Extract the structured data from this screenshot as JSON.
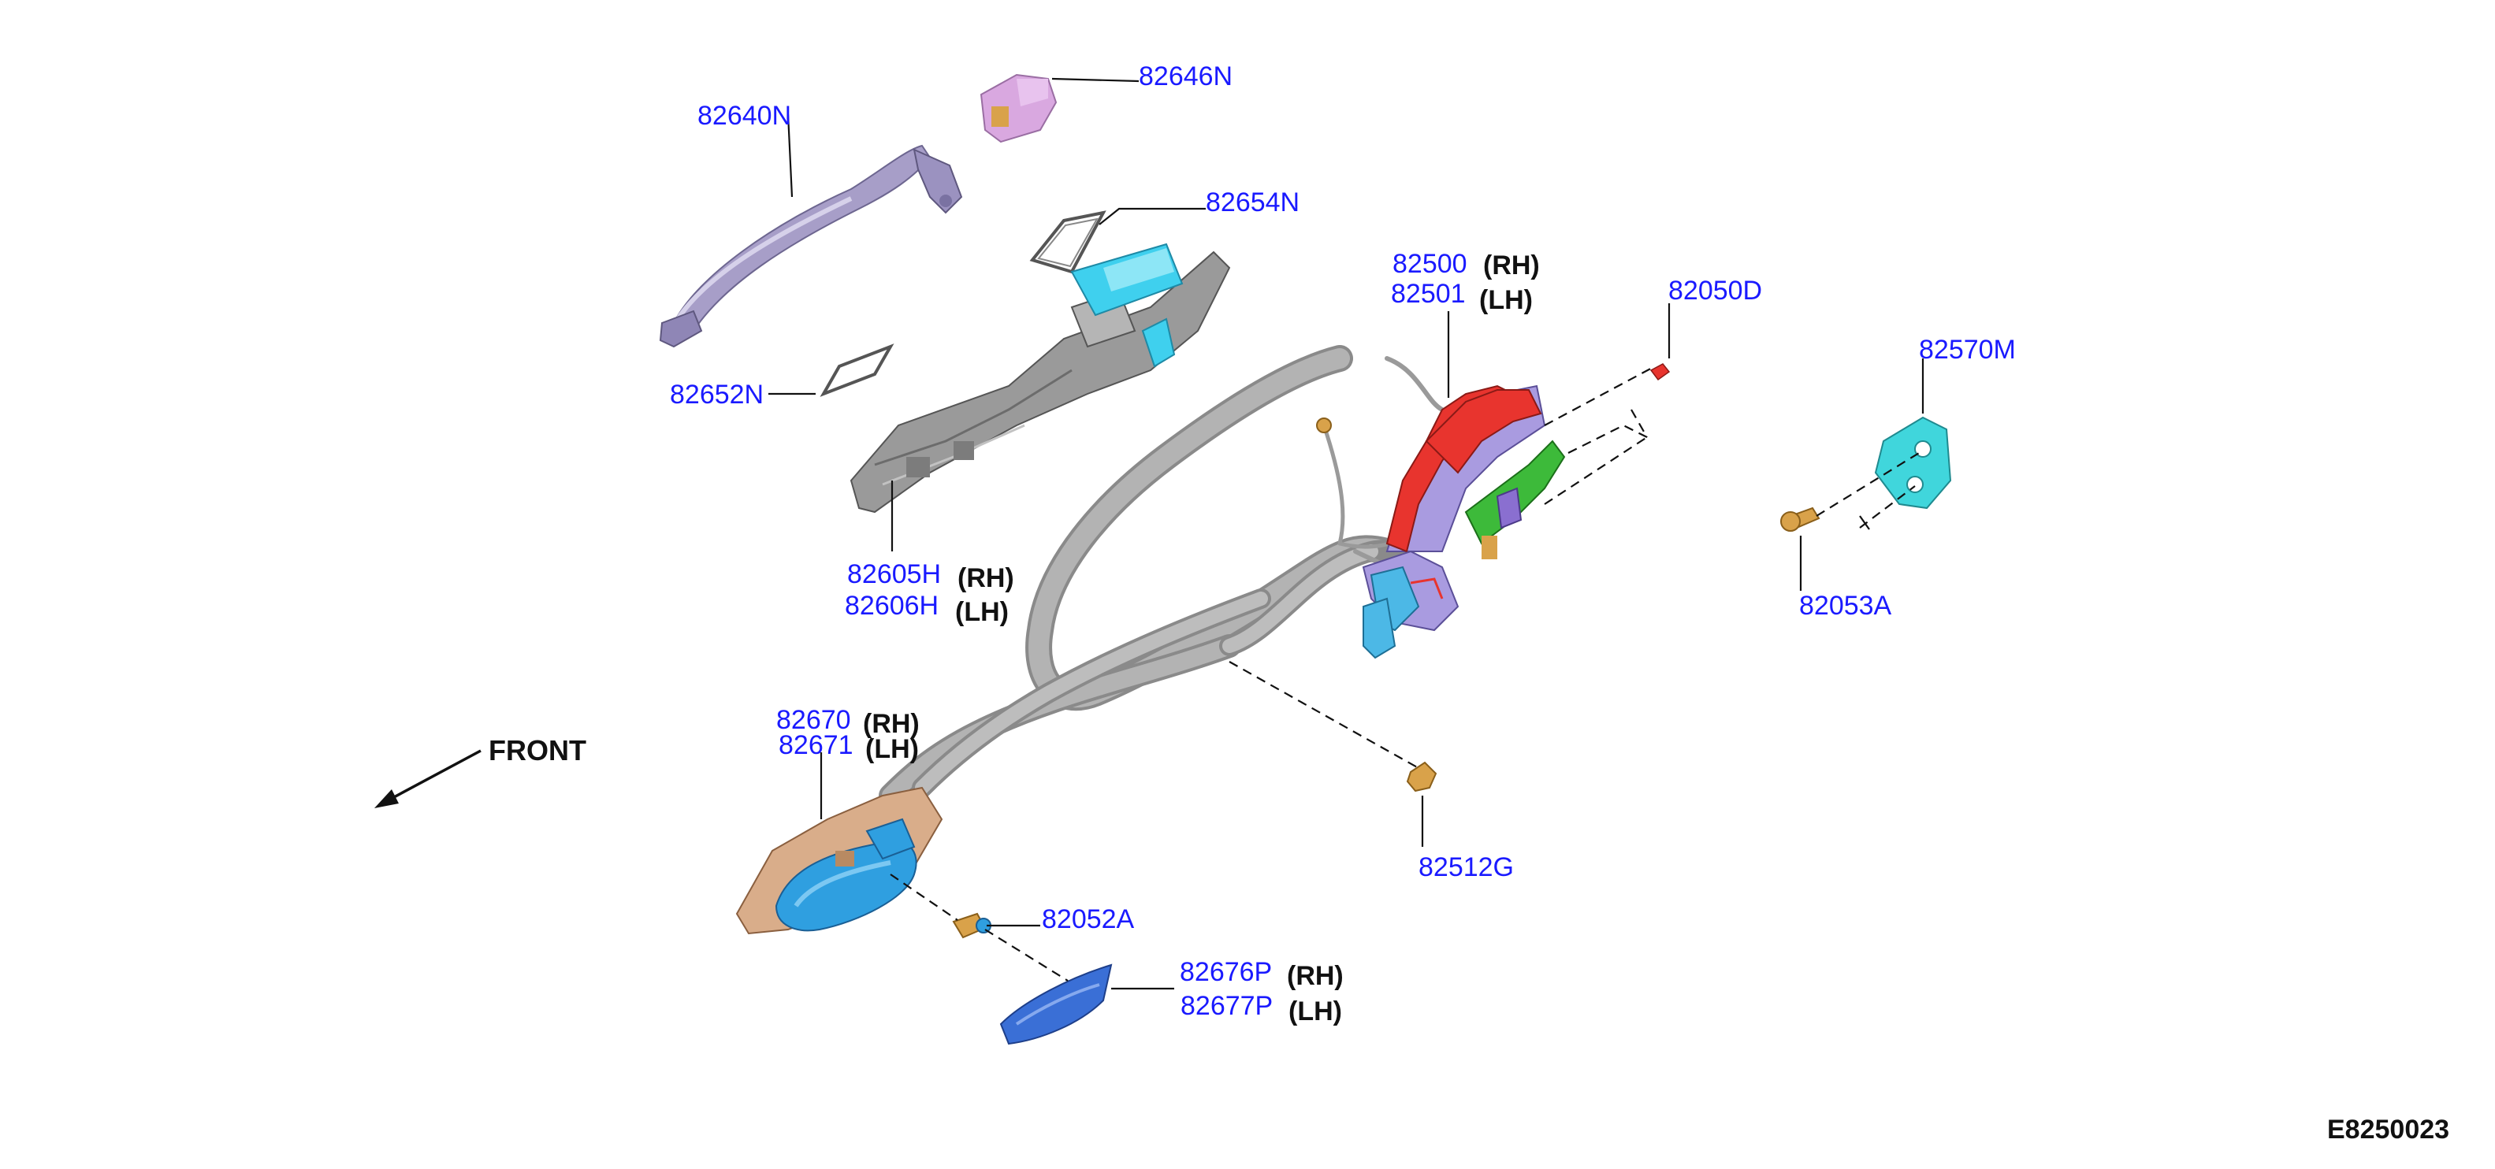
{
  "diagram": {
    "front_label": "FRONT",
    "drawing_code": "E8250023",
    "parts": {
      "p82640N": "82640N",
      "p82646N": "82646N",
      "p82654N": "82654N",
      "p82652N": "82652N",
      "p82605H": "82605H",
      "p82606H": "82606H",
      "p82500": "82500",
      "p82501": "82501",
      "p82050D": "82050D",
      "p82570M": "82570M",
      "p82053A": "82053A",
      "p82670": "82670",
      "p82671": "82671",
      "p82512G": "82512G",
      "p82052A": "82052A",
      "p82676P": "82676P",
      "p82677P": "82677P"
    },
    "sides": {
      "rh": "(RH)",
      "lh": "(LH)"
    },
    "colors": {
      "part_number": "#1a1aff",
      "outside_handle": "#a79ec8",
      "escutcheon": "#d9a8e0",
      "frame": "#9a9a9a",
      "handle_cylinder": "#3fd0ee",
      "lock_red": "#e8342e",
      "lock_green": "#3dba3a",
      "lock_blue": "#4cb8e6",
      "lock_lavender": "#a99be0",
      "striker": "#40d6dc",
      "cable": "#a8a8a8",
      "inside_handle_frame": "#d9ad8a",
      "inside_handle_blue": "#2f9fe0",
      "cover": "#3a6fd6",
      "fastener": "#d9a24a"
    }
  }
}
